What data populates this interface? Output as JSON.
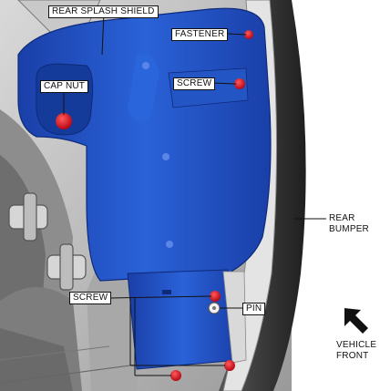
{
  "labels": {
    "rear_splash_shield": "REAR SPLASH SHIELD",
    "fastener": "FASTENER",
    "cap_nut": "CAP NUT",
    "screw_upper": "SCREW",
    "screw_lower": "SCREW",
    "pin": "PIN",
    "rear_bumper_line1": "REAR",
    "rear_bumper_line2": "BUMPER",
    "vehicle_front_line1": "VEHICLE",
    "vehicle_front_line2": "FRONT"
  },
  "icons": {
    "direction_arrow": "arrow-up-left-icon"
  },
  "colors": {
    "shield_blue": "#1e50c8",
    "fastener_red": "#d81020",
    "body_gray": "#b8b8b8",
    "bumper_dark": "#2e2e2e"
  }
}
